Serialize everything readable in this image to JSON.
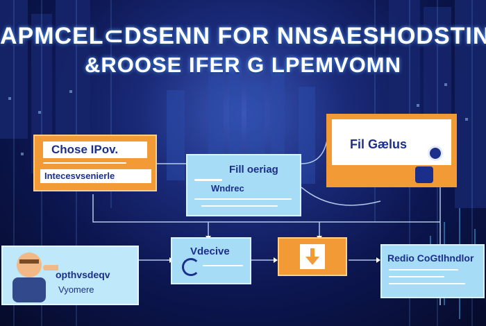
{
  "headline": {
    "line1": "APMCEL⊂DSENN FOR NNSAESHODSTINT",
    "line2": "&ROOSE IFER G LPEMVOMN"
  },
  "cards": {
    "choose": {
      "title": "Chose IPov.",
      "subtitle": "Intecesvsenierle"
    },
    "filgalus": {
      "title": "Fil Gælus"
    },
    "filloering": {
      "title": "Fill oeriag",
      "subtitle": "Wndrec"
    },
    "vdecive": {
      "title": "Vdecive"
    },
    "person": {
      "line1": "opthvsdeqv",
      "line2": "Vyomere"
    },
    "radio": {
      "title": "Redio CoGtlhndlor"
    }
  },
  "colors": {
    "orange": "#f29a35",
    "light_blue": "#a7dcf7",
    "navy_text": "#1b2f8a",
    "background": "#0c1650"
  },
  "icons": [
    "arrow-down-icon",
    "person-illustration",
    "gear-icon",
    "flow-arrow-icon"
  ]
}
